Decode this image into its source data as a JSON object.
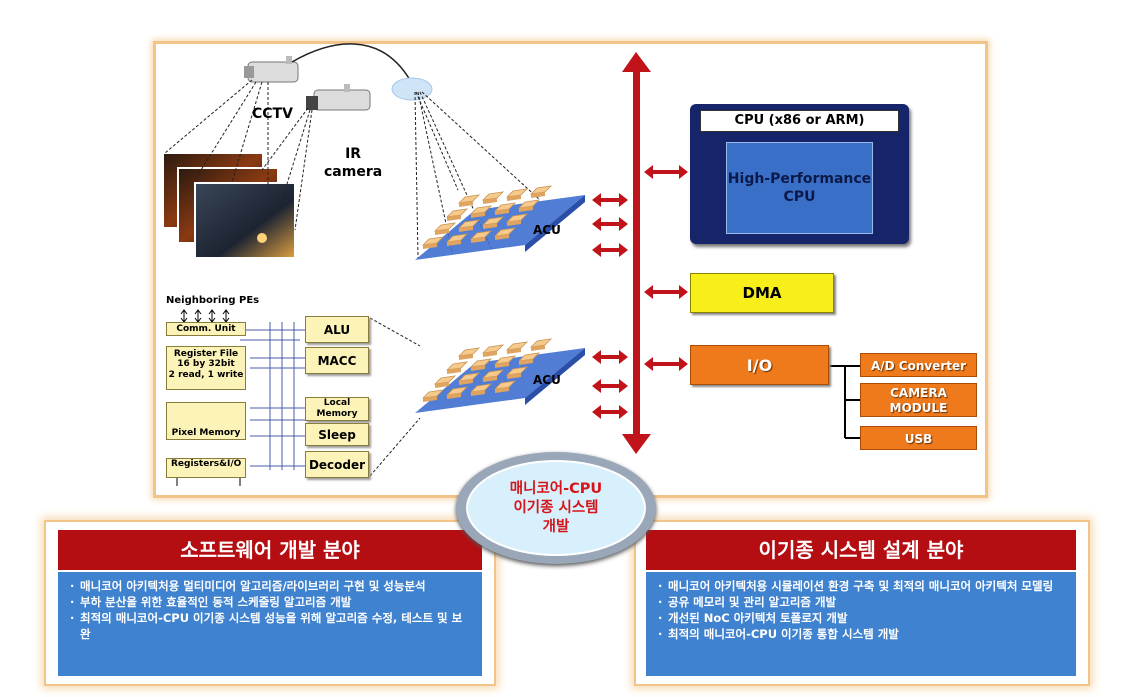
{
  "diagram": {
    "cctv_label": "CCTV",
    "ir_label": "IR\ncamera",
    "acu_label_top": "ACU",
    "acu_label_bottom": "ACU",
    "cpu_header": "CPU (x86 or ARM)",
    "cpu_core": "High-Performance\nCPU",
    "dma": "DMA",
    "io": "I/O",
    "io_devices": [
      "A/D Converter",
      "CAMERA\nMODULE",
      "USB"
    ],
    "pe": {
      "neighbor_label": "Neighboring PEs",
      "comm_unit": "Comm. Unit",
      "register_file": "Register File\n16 by 32bit\n2 read, 1 write",
      "pixel_memory": "Pixel Memory",
      "registers_io": "Registers&I/O",
      "alu": "ALU",
      "macc": "MACC",
      "local_memory": "Local\nMemory",
      "sleep": "Sleep",
      "decoder": "Decoder"
    },
    "center_title": "매니코어-CPU\n이기종 시스템\n개발"
  },
  "panels": {
    "left": {
      "title": "소프트웨어 개발 분야",
      "items": [
        "매니코어 아키텍처용 멀티미디어 알고리즘/라이브러리 구현 및 성능분석",
        "부하 분산을 위한 효율적인 동적 스케줄링 알고리즘 개발",
        "최적의 매니코어-CPU 이기종 시스템 성능을 위해 알고리즘 수정, 테스트 및 보완"
      ]
    },
    "right": {
      "title": "이기종 시스템 설계 분야",
      "items": [
        "매니코어 아키텍처용 시뮬레이션 환경 구축 및 최적의 매니코어 아키텍처 모델링",
        "공유 메모리 및 관리 알고리즘 개발",
        "개선된 NoC 아키텍처 토폴로지 개발",
        "최적의 매니코어-CPU 이기종 통합 시스템 개발"
      ]
    }
  },
  "colors": {
    "bus_red": "#c0141a",
    "cpu_navy": "#16246a",
    "cpu_core_blue": "#3a6fc7",
    "dma_yellow": "#f7ee1a",
    "io_orange": "#ee7a1c",
    "panel_red": "#b40d12",
    "panel_blue": "#3f82cf",
    "center_text": "#d4141a"
  }
}
